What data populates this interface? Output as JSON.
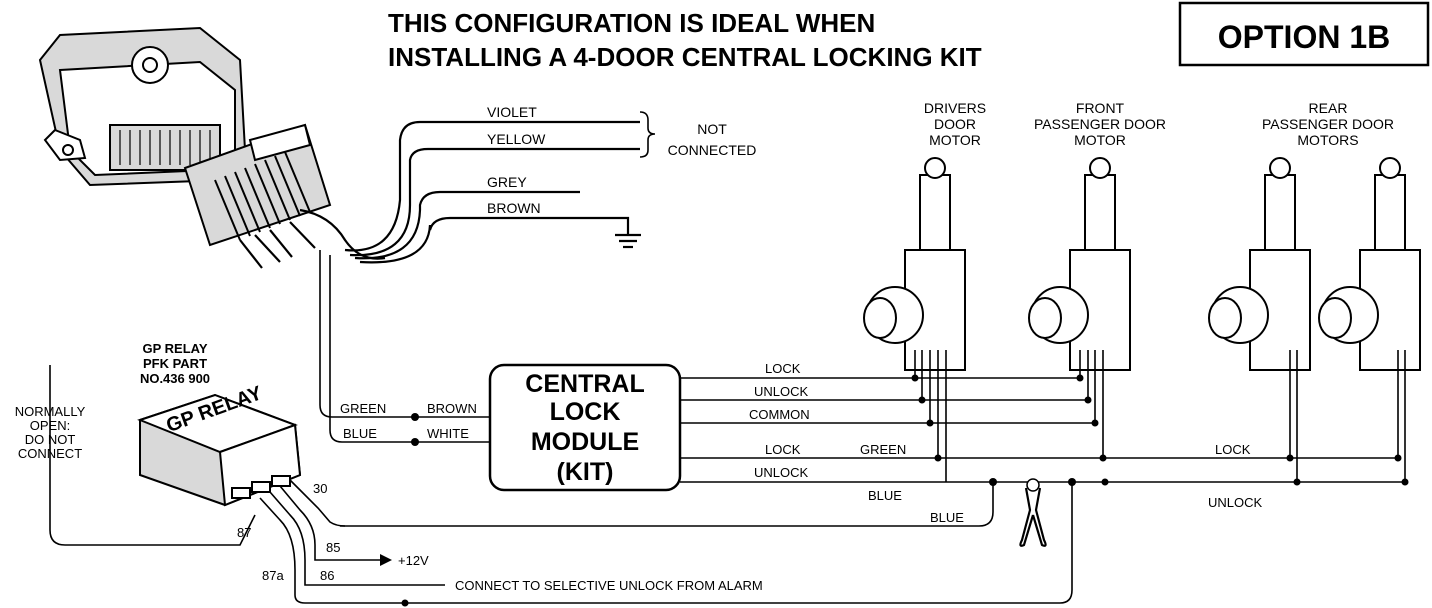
{
  "title": {
    "line1": "THIS CONFIGURATION IS IDEAL WHEN",
    "line2": "INSTALLING A 4-DOOR CENTRAL LOCKING KIT"
  },
  "option_badge": "OPTION 1B",
  "harness": {
    "violet": "VIOLET",
    "yellow": "YELLOW",
    "not_connected_1": "NOT",
    "not_connected_2": "CONNECTED",
    "grey": "GREY",
    "brown": "BROWN"
  },
  "motors": {
    "drivers": [
      "DRIVERS",
      "DOOR",
      "MOTOR"
    ],
    "front": [
      "FRONT",
      "PASSENGER DOOR",
      "MOTOR"
    ],
    "rear": [
      "REAR",
      "PASSENGER DOOR",
      "MOTORS"
    ]
  },
  "relay": {
    "title_1": "GP RELAY",
    "title_2": "PFK PART",
    "title_3": "NO.436 900",
    "face": "GP RELAY",
    "pin_30": "30",
    "pin_87": "87",
    "pin_85": "85",
    "pin_86": "86",
    "pin_87a": "87a",
    "plus12v": "+12V",
    "selective": "CONNECT TO SELECTIVE UNLOCK FROM ALARM",
    "normally_open": [
      "NORMALLY",
      "OPEN:",
      "DO NOT",
      "CONNECT"
    ]
  },
  "module": {
    "line1": "CENTRAL",
    "line2": "LOCK",
    "line3": "MODULE",
    "line4": "(KIT)"
  },
  "module_wires": {
    "green": "GREEN",
    "brown": "BROWN",
    "blue": "BLUE",
    "white": "WHITE",
    "lock_1": "LOCK",
    "unlock_1": "UNLOCK",
    "common": "COMMON",
    "lock_2": "LOCK",
    "green_2": "GREEN",
    "unlock_2": "UNLOCK",
    "blue_2": "BLUE",
    "blue_3": "BLUE",
    "lock_rear": "LOCK",
    "unlock_rear": "UNLOCK"
  }
}
